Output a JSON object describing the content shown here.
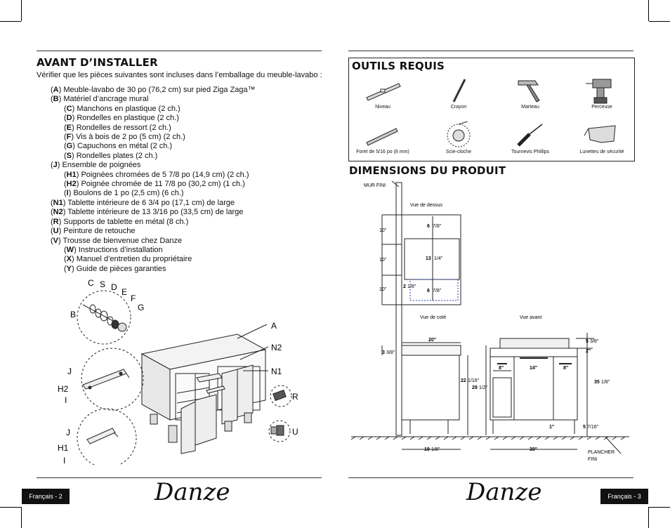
{
  "left_page": {
    "title": "AVANT D’INSTALLER",
    "intro": "Vérifier que les pièces suivantes sont incluses dans l’emballage du meuble-lavabo :",
    "parts": [
      {
        "pre": "(",
        "code": "A",
        "post": ") Meuble-lavabo de 30 po (76,2 cm) sur pied Ziga Zaga™",
        "indent": 0
      },
      {
        "pre": "(",
        "code": "B",
        "post": ") Matériel d’ancrage mural",
        "indent": 0
      },
      {
        "pre": "(",
        "code": "C",
        "post": ") Manchons en plastique (2 ch.)",
        "indent": 1
      },
      {
        "pre": "(",
        "code": "D",
        "post": ") Rondelles en plastique (2 ch.)",
        "indent": 1
      },
      {
        "pre": "(",
        "code": "E",
        "post": ") Rondelles de ressort (2 ch.)",
        "indent": 1
      },
      {
        "pre": "(",
        "code": "F",
        "post": ") Vis à bois de 2 po (5 cm) (2 ch.)",
        "indent": 1
      },
      {
        "pre": "(",
        "code": "G",
        "post": ") Capuchons en métal (2 ch.)",
        "indent": 1
      },
      {
        "pre": "(",
        "code": "S",
        "post": ") Rondelles plates (2 ch.)",
        "indent": 1
      },
      {
        "pre": "(",
        "code": "J",
        "post": ") Ensemble de poignées",
        "indent": 0
      },
      {
        "pre": "(",
        "code": "H1",
        "post": ") Poignées chromées de 5 7/8 po (14,9 cm) (2 ch.)",
        "indent": 1
      },
      {
        "pre": "(",
        "code": "H2",
        "post": ") Poignée chromée de 11 7/8 po (30,2 cm) (1 ch.)",
        "indent": 1
      },
      {
        "pre": "(",
        "code": "I",
        "post": ") Boulons de 1 po (2,5 cm) (6 ch.)",
        "indent": 1
      },
      {
        "pre": "(",
        "code": "N1",
        "post": ") Tablette intérieure de 6 3/4 po (17,1 cm) de large",
        "indent": 0
      },
      {
        "pre": "(",
        "code": "N2",
        "post": ") Tablette intérieure de 13 3/16 po (33,5 cm) de large",
        "indent": 0
      },
      {
        "pre": "(",
        "code": "R",
        "post": ") Supports de tablette en métal (8 ch.)",
        "indent": 0
      },
      {
        "pre": "(",
        "code": "U",
        "post": ") Peinture de retouche",
        "indent": 0
      },
      {
        "pre": "(",
        "code": "V",
        "post": ") Trousse de bienvenue chez Danze",
        "indent": 0
      },
      {
        "pre": "(",
        "code": "W",
        "post": ") Instructions d’installation",
        "indent": 1
      },
      {
        "pre": "(",
        "code": "X",
        "post": ") Manuel d’entretien du propriétaire",
        "indent": 1
      },
      {
        "pre": "(",
        "code": "Y",
        "post": ") Guide de pièces garanties",
        "indent": 1
      }
    ],
    "callouts": {
      "C": "C",
      "S": "S",
      "D": "D",
      "E": "E",
      "F": "F",
      "G": "G",
      "B": "B",
      "A": "A",
      "N2": "N2",
      "N1": "N1",
      "R": "R",
      "U": "U",
      "J1": "J",
      "H2": "H2",
      "I1": "I",
      "J2": "J",
      "H1": "H1",
      "I2": "I"
    },
    "page_label": "Français - 2"
  },
  "right_page": {
    "tools_title": "OUTILS REQUIS",
    "tools": [
      "Niveau",
      "Crayon",
      "Marteau",
      "Perceuse",
      "Foret de 5/16 po (8 mm)",
      "Scie-cloche",
      "Tournevis Phillips",
      "Lunettes de sécurité"
    ],
    "dims_title": "DIMENSIONS DU PRODUIT",
    "drawing": {
      "wall": "MUR FINI",
      "top_view": "Vue de dessus",
      "side_view": "Vue de coté",
      "front_view": "Vue avant",
      "floor": [
        "PLANCHER",
        "FINI"
      ],
      "dims": {
        "d10a": "10\"",
        "d10b": "10\"",
        "d10c": "10\"",
        "d6a": "6",
        "d6a_f": "7/8\"",
        "d13": "13",
        "d13_f": "1/4\"",
        "d6b": "6",
        "d6b_f": "7/8\"",
        "d2": "2",
        "d2_f": "1/8\"",
        "d20": "20\"",
        "d3": "3",
        "d3_f": "3/8\"",
        "d22": "22",
        "d22_f": "1/16\"",
        "d29": "29",
        "d29_f": "1/2\"",
        "d19": "19",
        "d19_f": "1/8\"",
        "d8a": "8\"",
        "d14": "14\"",
        "d8b": "8\"",
        "d1": "1\"",
        "d30": "30\"",
        "d5a": "5",
        "d5a_f": "3/8\"",
        "d2b": "2\"",
        "d35": "35",
        "d35_f": "1/8\"",
        "d5b": "5",
        "d5b_f": "7/16\""
      }
    },
    "page_label": "Français - 3"
  },
  "brand": "Danze",
  "colors": {
    "ink": "#111111",
    "top_view_dash": "#2a3bb0"
  }
}
